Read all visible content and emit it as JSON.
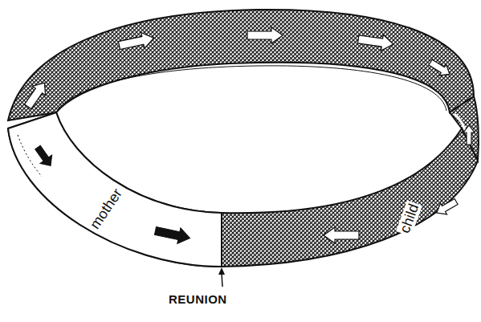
{
  "diagram": {
    "labels": [
      "mother",
      "child",
      "REUNION"
    ]
  }
}
